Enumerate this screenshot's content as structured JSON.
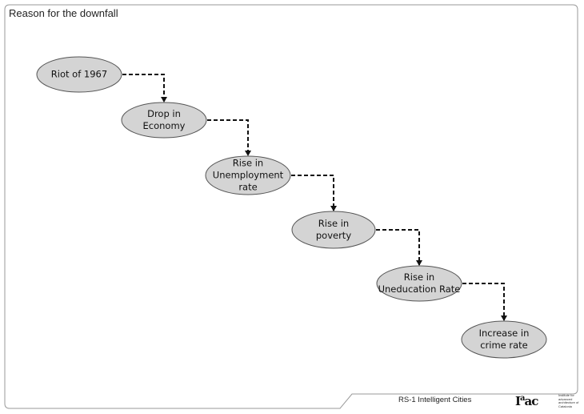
{
  "title": "Reason for the downfall",
  "nodes": [
    {
      "label": "Riot of 1967"
    },
    {
      "label": "Drop in\nEconomy"
    },
    {
      "label": "Rise in\nUnemployment\nrate"
    },
    {
      "label": "Rise in\npoverty"
    },
    {
      "label": "Rise in\nUneducation Rate"
    },
    {
      "label": "Increase in\ncrime rate"
    }
  ],
  "edges": [
    [
      0,
      1
    ],
    [
      1,
      2
    ],
    [
      2,
      3
    ],
    [
      3,
      4
    ],
    [
      4,
      5
    ]
  ],
  "colors": {
    "node_fill": "#d4d4d4",
    "node_stroke": "#555555",
    "edge": "#111111"
  },
  "footer": {
    "course": "RS-1 Intelligent Cities",
    "logo": "Iaac",
    "logo_sub": "Institute for advanced architecture of Catalonia"
  }
}
